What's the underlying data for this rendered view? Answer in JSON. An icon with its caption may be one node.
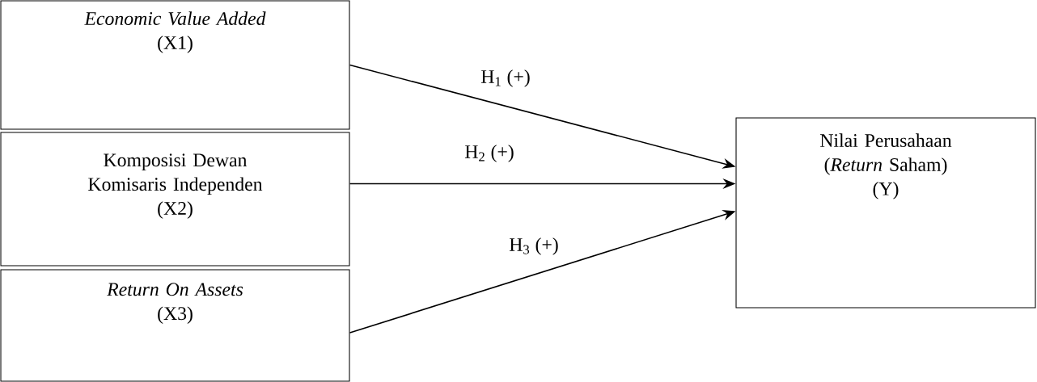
{
  "diagram": {
    "nodes": [
      {
        "text": [
          "*Economic Value Added*",
          "(X1)"
        ]
      },
      {
        "text": [
          "Komposisi Dewan Komisaris Independen",
          "(X2)"
        ]
      },
      {
        "text": [
          "*Return On Assets*",
          "(X3)"
        ]
      },
      {
        "text": [
          "Nilai Perusahaan (*Return* Saham)",
          "(Y)"
        ]
      }
    ],
    "edges": [
      {
        "from": 0,
        "to": 3,
        "arrow": "to",
        "label": "H$_{1}$ (+)"
      },
      {
        "from": 1,
        "to": 3,
        "arrow": "to",
        "label": "H$_{2}$ (+)"
      },
      {
        "from": 2,
        "to": 3,
        "arrow": "to",
        "label": "H$_{3}$ (+)"
      }
    ]
  }
}
